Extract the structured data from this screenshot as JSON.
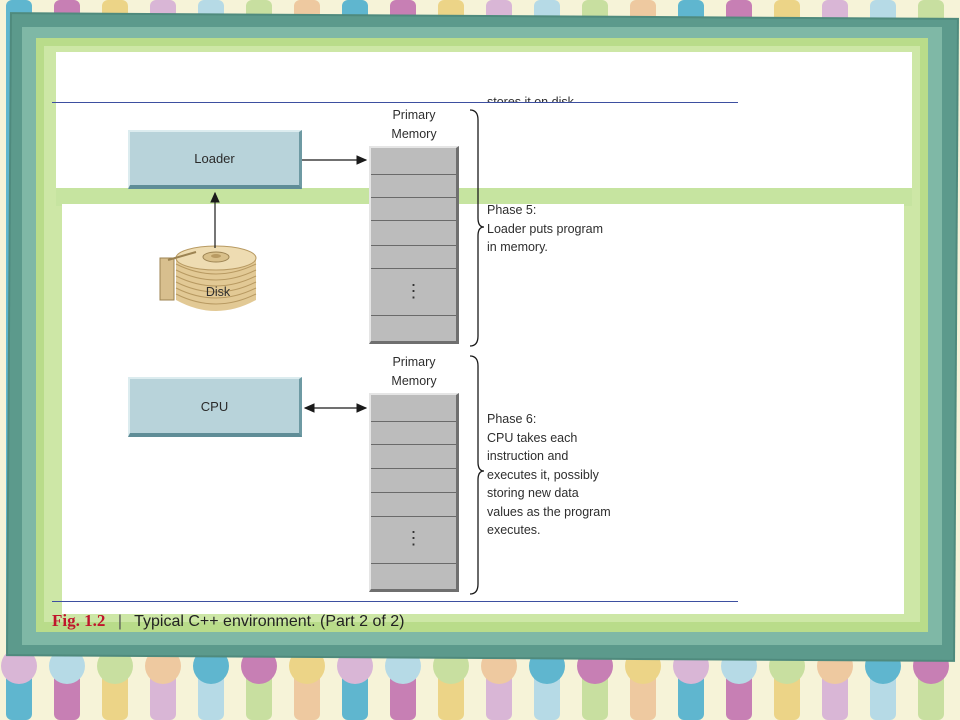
{
  "colors": {
    "stripe_palette": [
      "#5fb6cf",
      "#c77fb4",
      "#ecd487",
      "#d9b6d6",
      "#b6dae6",
      "#c8dfa0",
      "#eec9a0"
    ],
    "frame_dark": "#5c9a8c",
    "frame_light": "#b9dc8a",
    "box_fill": "#b8d3da",
    "memory_fill": "#bcbcbc",
    "rule_line": "#3d4fa0",
    "caption_accent": "#c0152c"
  },
  "diagram": {
    "phase5": {
      "cutoff_text": "stores it on disk.",
      "memory_title_line1": "Primary",
      "memory_title_line2": "Memory",
      "loader_label": "Loader",
      "disk_label": "Disk",
      "memory_ellipsis": "⋮",
      "description_lines": [
        "Phase 5:",
        "Loader puts program",
        "in memory."
      ]
    },
    "phase6": {
      "memory_title_line1": "Primary",
      "memory_title_line2": "Memory",
      "cpu_label": "CPU",
      "memory_ellipsis": "⋮",
      "description_lines": [
        "Phase 6:",
        "CPU takes each",
        "instruction and",
        "executes it, possibly",
        "storing new data",
        "values as the program",
        "executes."
      ]
    }
  },
  "caption": {
    "figure_number": "Fig. 1.2",
    "separator": "|",
    "text": "Typical C++ environment. (Part 2 of 2)"
  }
}
